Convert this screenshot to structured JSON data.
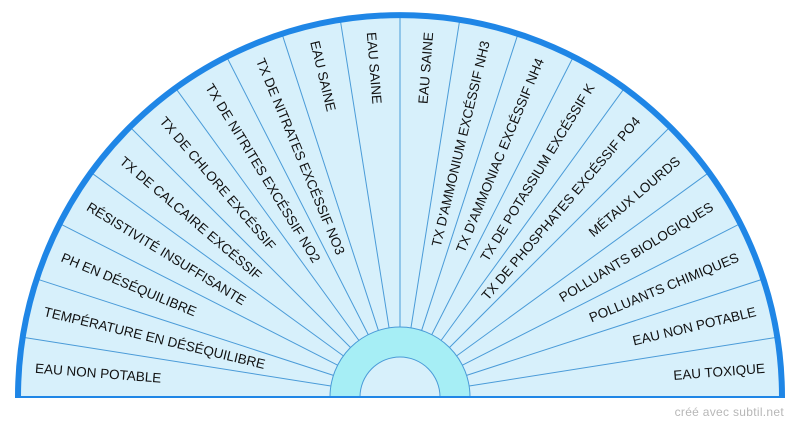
{
  "colors": {
    "fill": "#d7f0fb",
    "rim": "#1f86e6",
    "divider": "#4a9bd8",
    "hub": "#a6eef5",
    "label": "#111111",
    "credit": "#b7b7b7"
  },
  "sectors": [
    "EAU NON POTABLE",
    "TEMPÉRATURE EN DÉSÉQUILIBRE",
    "PH EN DÉSÉQUILIBRE",
    "RÉSISTIVITÉ INSUFFISANTE",
    "TX DE CALCAIRE EXCÉSSIF",
    "TX DE CHLORE EXCÉSSIF",
    "TX DE NITRITES EXCÉSSIF NO2",
    "TX DE NITRATES EXCÉSSIF NO3",
    "EAU SAINE",
    "EAU SAINE",
    "EAU SAINE",
    "TX D'AMMONIUM EXCÉSSIF NH3",
    "TX D'AMMONIAC EXCÉSSIF NH4",
    "TX DE POTASSIUM EXCÉSSIF K",
    "TX DE PHOSPHATES EXCÉSSIF PO4",
    "MÉTAUX LOURDS",
    "POLLUANTS BIOLOGIQUES",
    "POLLUANTS CHIMIQUES",
    "EAU NON POTABLE",
    "EAU TOXIQUE"
  ],
  "credit": "créé avec subtil.net"
}
